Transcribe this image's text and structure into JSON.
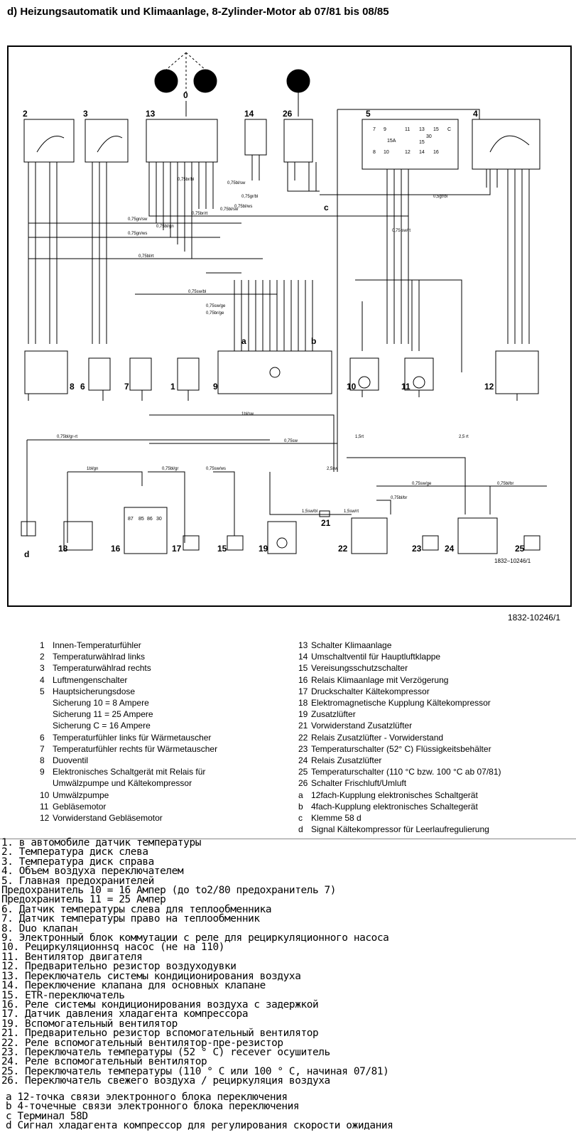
{
  "title": "d) Heizungsautomatik und Klimaanlage, 8-Zylinder-Motor ab 07/81 bis 08/85",
  "figure_id": "1832-10246/1",
  "figure_id_inner": "1832–10246/1",
  "diagram": {
    "component_numbers": [
      "0",
      "2",
      "3",
      "13",
      "14",
      "26",
      "5",
      "4",
      "8",
      "6",
      "7",
      "1",
      "9",
      "10",
      "11",
      "12",
      "18",
      "16",
      "17",
      "15",
      "19",
      "21",
      "22",
      "23",
      "24",
      "25"
    ],
    "letters": [
      "a",
      "b",
      "c",
      "d"
    ],
    "wire_labels": {
      "w1": "0,75bl/sw",
      "w2": "0,75gr/bl",
      "w3": "0,5gr/bl",
      "w4": "0,75bl/ws",
      "w5": "0,75br/rt",
      "w6": "0,75bl/sw",
      "w7": "0,75gn/sw",
      "w8": "0,75bl/gn",
      "w9": "0,75gn/ws",
      "w10": "0,75bl/rt",
      "w11": "0,75sw/bl",
      "w12": "0,75sw/ge",
      "w13": "0,75br/ge",
      "w14": "0,75br/bl",
      "w15": "1bl/sw",
      "w16": "0,75bl/gr-rt",
      "w17": "0,75sw",
      "w18": "1,5rt",
      "w19": "1bl/gn",
      "w20": "0,75bl/gr",
      "w21": "0,75sw/ws",
      "w22": "2,5sw",
      "w23": "0,75sw/ge",
      "w24": "0,75bl/br",
      "w25": "0,75bl/br",
      "w26": "1,5sw/bl",
      "w27": "1,5sw/rt",
      "w28": "0,75 sw/rt",
      "w29": "2,5 rt"
    },
    "fuse_labels": [
      "7",
      "9",
      "11",
      "13",
      "15",
      "C",
      "8",
      "10",
      "12",
      "14",
      "16",
      "15A",
      "15",
      "30"
    ],
    "relay_pins": [
      "87",
      "85",
      "86",
      "30"
    ]
  },
  "legend_left": [
    {
      "n": "1",
      "t": "Innen-Temperaturfühler"
    },
    {
      "n": "2",
      "t": "Temperaturwählrad links"
    },
    {
      "n": "3",
      "t": "Temperaturwählrad rechts"
    },
    {
      "n": "4",
      "t": "Luftmengenschalter"
    },
    {
      "n": "5",
      "t": "Hauptsicherungsdose"
    },
    {
      "n": "",
      "t": "Sicherung 10 = 8 Ampere"
    },
    {
      "n": "",
      "t": "Sicherung 11 = 25 Ampere"
    },
    {
      "n": "",
      "t": "Sicherung C = 16 Ampere"
    },
    {
      "n": "6",
      "t": "Temperaturfühler links für Wärmetauscher"
    },
    {
      "n": "7",
      "t": "Temperaturfühler rechts für Wärmetauscher"
    },
    {
      "n": "8",
      "t": "Duoventil"
    },
    {
      "n": "9",
      "t": "Elektronisches Schaltgerät mit Relais für"
    },
    {
      "n": "",
      "t": "Umwälzpumpe und Kältekompressor"
    },
    {
      "n": "10",
      "t": "Umwälzpumpe"
    },
    {
      "n": "11",
      "t": "Gebläsemotor"
    },
    {
      "n": "12",
      "t": "Vorwiderstand Gebläsemotor"
    }
  ],
  "legend_right": [
    {
      "n": "13",
      "t": "Schalter Klimaanlage"
    },
    {
      "n": "14",
      "t": "Umschaltventil für Hauptluftklappe"
    },
    {
      "n": "15",
      "t": "Vereisungsschutzschalter"
    },
    {
      "n": "16",
      "t": "Relais Klimaanlage mit Verzögerung"
    },
    {
      "n": "17",
      "t": "Druckschalter Kältekompressor"
    },
    {
      "n": "18",
      "t": "Elektromagnetische Kupplung Kältekompressor"
    },
    {
      "n": "19",
      "t": "Zusatzlüfter"
    },
    {
      "n": "21",
      "t": "Vorwiderstand Zusatzlüfter"
    },
    {
      "n": "22",
      "t": "Relais Zusatzlüfter - Vorwiderstand"
    },
    {
      "n": "23",
      "t": "Temperaturschalter (52° C) Flüssigkeitsbehälter"
    },
    {
      "n": "24",
      "t": "Relais Zusatzlüfter"
    },
    {
      "n": "25",
      "t": "Temperaturschalter (110 °C bzw. 100 °C ab 07/81)"
    },
    {
      "n": "26",
      "t": "Schalter Frischluft/Umluft"
    },
    {
      "n": "a",
      "t": "12fach-Kupplung elektronisches Schaltgerät"
    },
    {
      "n": "b",
      "t": "4fach-Kupplung elektronisches Schaltegerät"
    },
    {
      "n": "c",
      "t": "Klemme 58 d"
    },
    {
      "n": "d",
      "t": "Signal Kältekompressor für Leerlaufregulierung"
    }
  ],
  "russian_lines": [
    "1. в автомобиле датчик температуры",
    "2. Температура диск слева",
    "3. Температура диск справа",
    "4. Объем воздуха переключателем",
    "5. Главная предохранителей",
    "Предохранитель 10 = 16 Ампер (до to2/80 предохранитель 7)",
    "Предохранитель 11 = 25 Ампер",
    "6. Датчик температуры слева для теплообменника",
    "7. Датчик температуры право на теплообменник",
    "8. Duo клапан",
    "9. Электронный блок коммутации с реле для рециркуляционного насоса",
    "10. Рециркуляционнsq насос (не на 110)",
    "11. Вентилятор двигателя",
    "12. Предварительно резистор воздуходувки",
    "13. Переключатель системы кондиционирования воздуха",
    "14. Переключение клапана для основных клапане",
    "15. ETR-переключатель",
    "16. Реле системы кондиционирования воздуха с задержкой",
    "17. Датчик давления хладагента компрессора",
    "19. Вспомогательный вентилятор",
    "21. Предварительно резистор вспомогательный вентилятор",
    "22. Реле вспомогательный вентилятор-пре-резистор",
    "23. Переключатель температуры (52 ° C) recever осушитель",
    "24. Реле вспомогательный вентилятор",
    "25. Переключатель температуры (110 ° C или 100 ° C, начиная 07/81)",
    "26. Переключатель свежего воздуха / рециркуляция воздуха"
  ],
  "russian_lines2": [
    " a 12-точка связи электронного блока переключения",
    " b  4-точечные связи электронного блока переключения",
    " c Терминал 58D",
    " d Сигнал хладагента компрессор для регулирования скорости ожидания"
  ]
}
